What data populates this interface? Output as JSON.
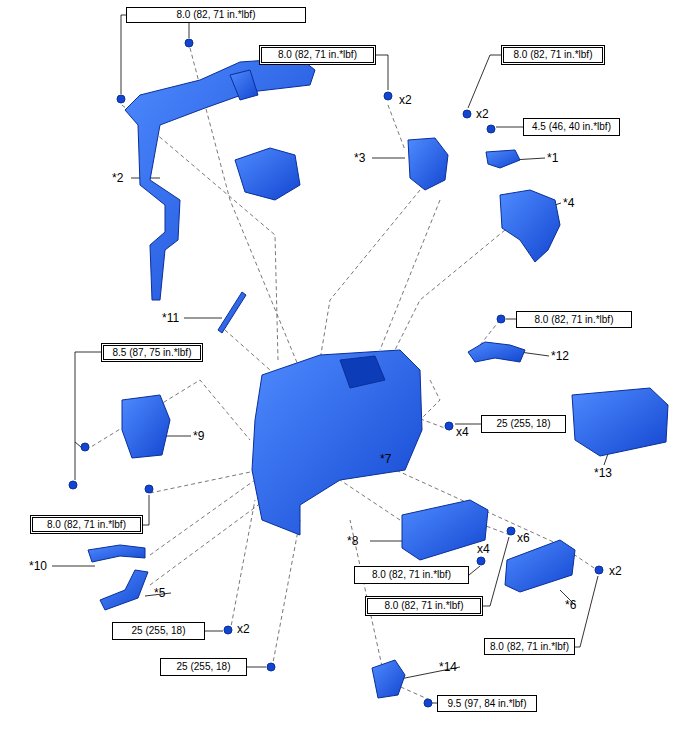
{
  "diagram": {
    "nodes": [
      {
        "text": [
          "8.0 (82, 71 in.*lbf)"
        ]
      },
      {
        "text": [
          "8.0 (82, 71 in.*lbf)"
        ]
      },
      {
        "text": [
          "8.0 (82, 71 in.*lbf)"
        ]
      },
      {
        "text": [
          "4.5 (46, 40 in.*lbf)"
        ]
      },
      {
        "text": [
          "8.0 (82, 71 in.*lbf)"
        ]
      },
      {
        "text": [
          "8.5 (87, 75 in.*lbf)"
        ]
      },
      {
        "text": [
          "25 (255, 18)"
        ]
      },
      {
        "text": [
          "8.0 (82, 71 in.*lbf)"
        ]
      },
      {
        "text": [
          "8.0 (82, 71 in.*lbf)"
        ]
      },
      {
        "text": [
          "8.0 (82, 71 in.*lbf)"
        ]
      },
      {
        "text": [
          "8.0 (82, 71 in.*lbf)"
        ]
      },
      {
        "text": [
          "25 (255, 18)"
        ]
      },
      {
        "text": [
          "25 (255, 18)"
        ]
      },
      {
        "text": [
          "9.5 (97, 84 in.*lbf)"
        ]
      }
    ],
    "labels": [
      "x2",
      "x2",
      "*3",
      "*1",
      "*2",
      "*4",
      "*11",
      "*12",
      "x4",
      "*9",
      "*7",
      "*13",
      "*8",
      "x6",
      "x4",
      "*10",
      "x2",
      "*5",
      "*6",
      "x2",
      "*14"
    ]
  }
}
